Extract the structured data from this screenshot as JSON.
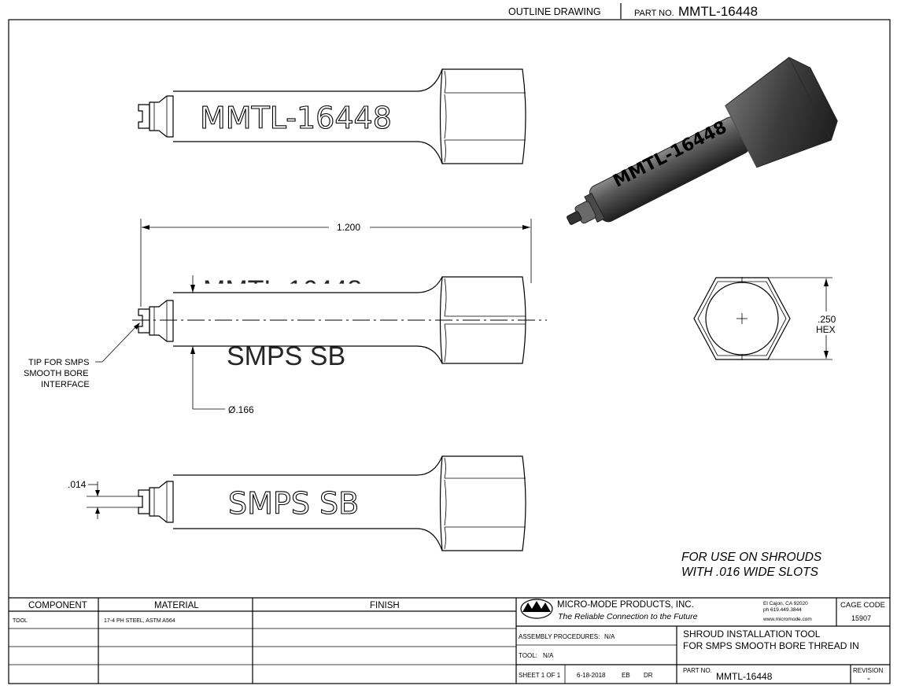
{
  "header": {
    "doc_type": "OUTLINE DRAWING",
    "part_no_label": "PART NO.",
    "part_no": "MMTL-16448"
  },
  "views": {
    "top_engraving": "MMTL-16448",
    "bottom_engraving": "SMPS SB",
    "iso_engraving": "MMTL-16448"
  },
  "dimensions": {
    "length": "1.200",
    "diameter": "Ø.166",
    "slot": ".014",
    "hex_size": ".250",
    "hex_label": "HEX"
  },
  "callout": {
    "line1": "TIP FOR SMPS",
    "line2": "SMOOTH BORE",
    "line3": "INTERFACE"
  },
  "note": {
    "line1": "FOR USE ON SHROUDS",
    "line2": "WITH .016 WIDE SLOTS"
  },
  "bom": {
    "headers": [
      "COMPONENT",
      "MATERIAL",
      "FINISH"
    ],
    "rows": [
      {
        "component": "TOOL",
        "material": "17-4 PH STEEL, ASTM A564",
        "finish": ""
      }
    ]
  },
  "title_block": {
    "company": "MICRO-MODE PRODUCTS, INC.",
    "tagline": "The Reliable Connection to the Future",
    "address": "El Cajon, CA 92020",
    "phone": "ph 619.449.3844",
    "web": "www.micromode.com",
    "cage_label": "CAGE CODE",
    "cage_code": "15907",
    "assembly_label": "ASSEMBLY PROCEDURES:",
    "assembly_value": "N/A",
    "tool_label": "TOOL:",
    "tool_value": "N/A",
    "title_line1": "SHROUD INSTALLATION TOOL",
    "title_line2": "FOR SMPS SMOOTH BORE THREAD IN",
    "part_no_label": "PART NO.",
    "part_no": "MMTL-16448",
    "revision_label": "REVISION",
    "revision": "-",
    "sheet": "SHEET 1 OF 1",
    "date": "6-18-2018",
    "drawn_by": "EB",
    "dr": "DR"
  }
}
